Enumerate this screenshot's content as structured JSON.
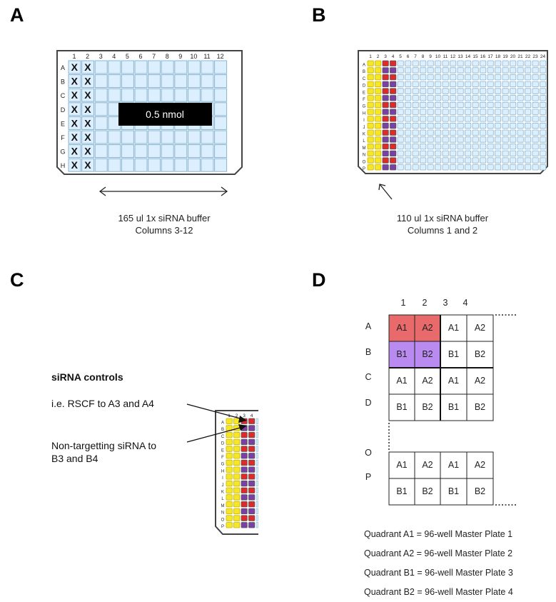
{
  "panels": {
    "a": "A",
    "b": "B",
    "c": "C",
    "d": "D"
  },
  "colors": {
    "well_fill": "#dcefff",
    "well_stroke": "#8ab4cf",
    "yellow": "#f5e626",
    "red": "#e02a2a",
    "purple": "#7b3fa8",
    "quad_red": "#e86a6a",
    "quad_purple": "#b98bf0"
  },
  "plate96": {
    "cols": [
      "1",
      "2",
      "3",
      "4",
      "5",
      "6",
      "7",
      "8",
      "9",
      "10",
      "11",
      "12"
    ],
    "rows": [
      "A",
      "B",
      "C",
      "D",
      "E",
      "F",
      "G",
      "H"
    ],
    "mark": "X",
    "label": "0.5 nmol",
    "caption_line1": "165 ul 1x siRNA buffer",
    "caption_line2": "Columns 3-12"
  },
  "plate384": {
    "cols": [
      "1",
      "2",
      "3",
      "4",
      "5",
      "6",
      "7",
      "8",
      "9",
      "10",
      "11",
      "12",
      "13",
      "14",
      "15",
      "16",
      "17",
      "18",
      "19",
      "20",
      "21",
      "22",
      "23",
      "24"
    ],
    "rows": [
      "A",
      "B",
      "C",
      "D",
      "E",
      "F",
      "G",
      "H",
      "I",
      "J",
      "K",
      "L",
      "M",
      "N",
      "O",
      "P"
    ],
    "col3_pattern": [
      "red",
      "purple",
      "red",
      "purple",
      "red",
      "purple",
      "red",
      "purple",
      "red",
      "purple",
      "red",
      "purple",
      "red",
      "purple",
      "red",
      "purple"
    ],
    "caption_line1": "110 ul 1x siRNA buffer",
    "caption_line2": "Columns 1 and 2"
  },
  "panel_c": {
    "title": "siRNA  controls",
    "line1": "i.e. RSCF to A3 and A4",
    "line2a": "Non-targetting  siRNA to",
    "line2b": "B3 and B4",
    "cols": [
      "1",
      "2",
      "3",
      "4"
    ]
  },
  "panel_d": {
    "col_labels": [
      "1",
      "2",
      "3",
      "4"
    ],
    "row_labels": [
      "A",
      "B",
      "C",
      "D",
      "O",
      "P"
    ],
    "cells": [
      "A1",
      "A2",
      "B1",
      "B2"
    ],
    "legend": [
      "Quadrant A1 = 96-well Master Plate 1",
      "Quadrant A2 = 96-well Master Plate 2",
      "Quadrant B1 = 96-well Master Plate 3",
      "Quadrant B2 = 96-well Master Plate 4"
    ]
  }
}
